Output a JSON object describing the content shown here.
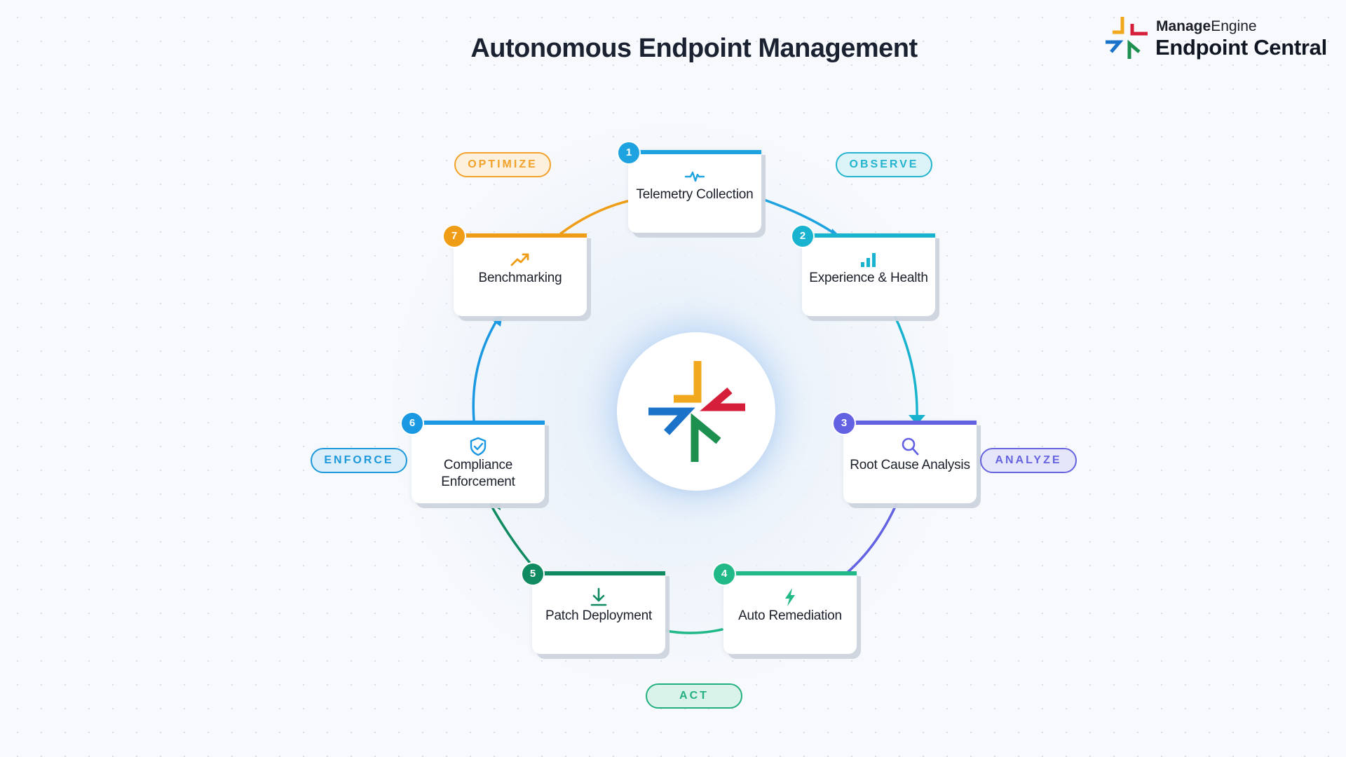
{
  "title": "Autonomous Endpoint Management",
  "brand": {
    "company_bold": "Manage",
    "company_rest": "Engine",
    "product": "Endpoint Central",
    "logo_colors": [
      "#f2a81d",
      "#d51f3a",
      "#1a73c9",
      "#1d8f4e"
    ]
  },
  "hub": {
    "logo_icon": "endpoint-central-logo"
  },
  "steps": [
    {
      "number": "1",
      "label": "Telemetry Collection",
      "icon": "pulse-icon",
      "color": "#1ea3e0"
    },
    {
      "number": "2",
      "label": "Experience & Health",
      "icon": "bar-chart-icon",
      "color": "#19b3cf"
    },
    {
      "number": "3",
      "label": "Root Cause Analysis",
      "icon": "search-icon",
      "color": "#6362e3"
    },
    {
      "number": "4",
      "label": "Auto Remediation",
      "icon": "lightning-icon",
      "color": "#21b987"
    },
    {
      "number": "5",
      "label": "Patch Deployment",
      "icon": "download-icon",
      "color": "#108b61"
    },
    {
      "number": "6",
      "label": "Compliance Enforcement",
      "label_line1": "Compliance",
      "label_line2": "Enforcement",
      "icon": "shield-check-icon",
      "color": "#1a99e2"
    },
    {
      "number": "7",
      "label": "Benchmarking",
      "icon": "trend-up-icon",
      "color": "#ef9d17"
    }
  ],
  "phases": {
    "optimize": {
      "label": "OPTIMIZE",
      "color": "#f2a12a",
      "bg": "#fdf0dc"
    },
    "observe": {
      "label": "OBSERVE",
      "color": "#24b4cf",
      "bg": "#dcf3f7"
    },
    "analyze": {
      "label": "ANALYZE",
      "color": "#6663df",
      "bg": "#e6e6fa"
    },
    "act": {
      "label": "ACT",
      "color": "#23b07f",
      "bg": "#daf3ea"
    },
    "enforce": {
      "label": "ENFORCE",
      "color": "#1d98db",
      "bg": "#dbeefa"
    }
  }
}
